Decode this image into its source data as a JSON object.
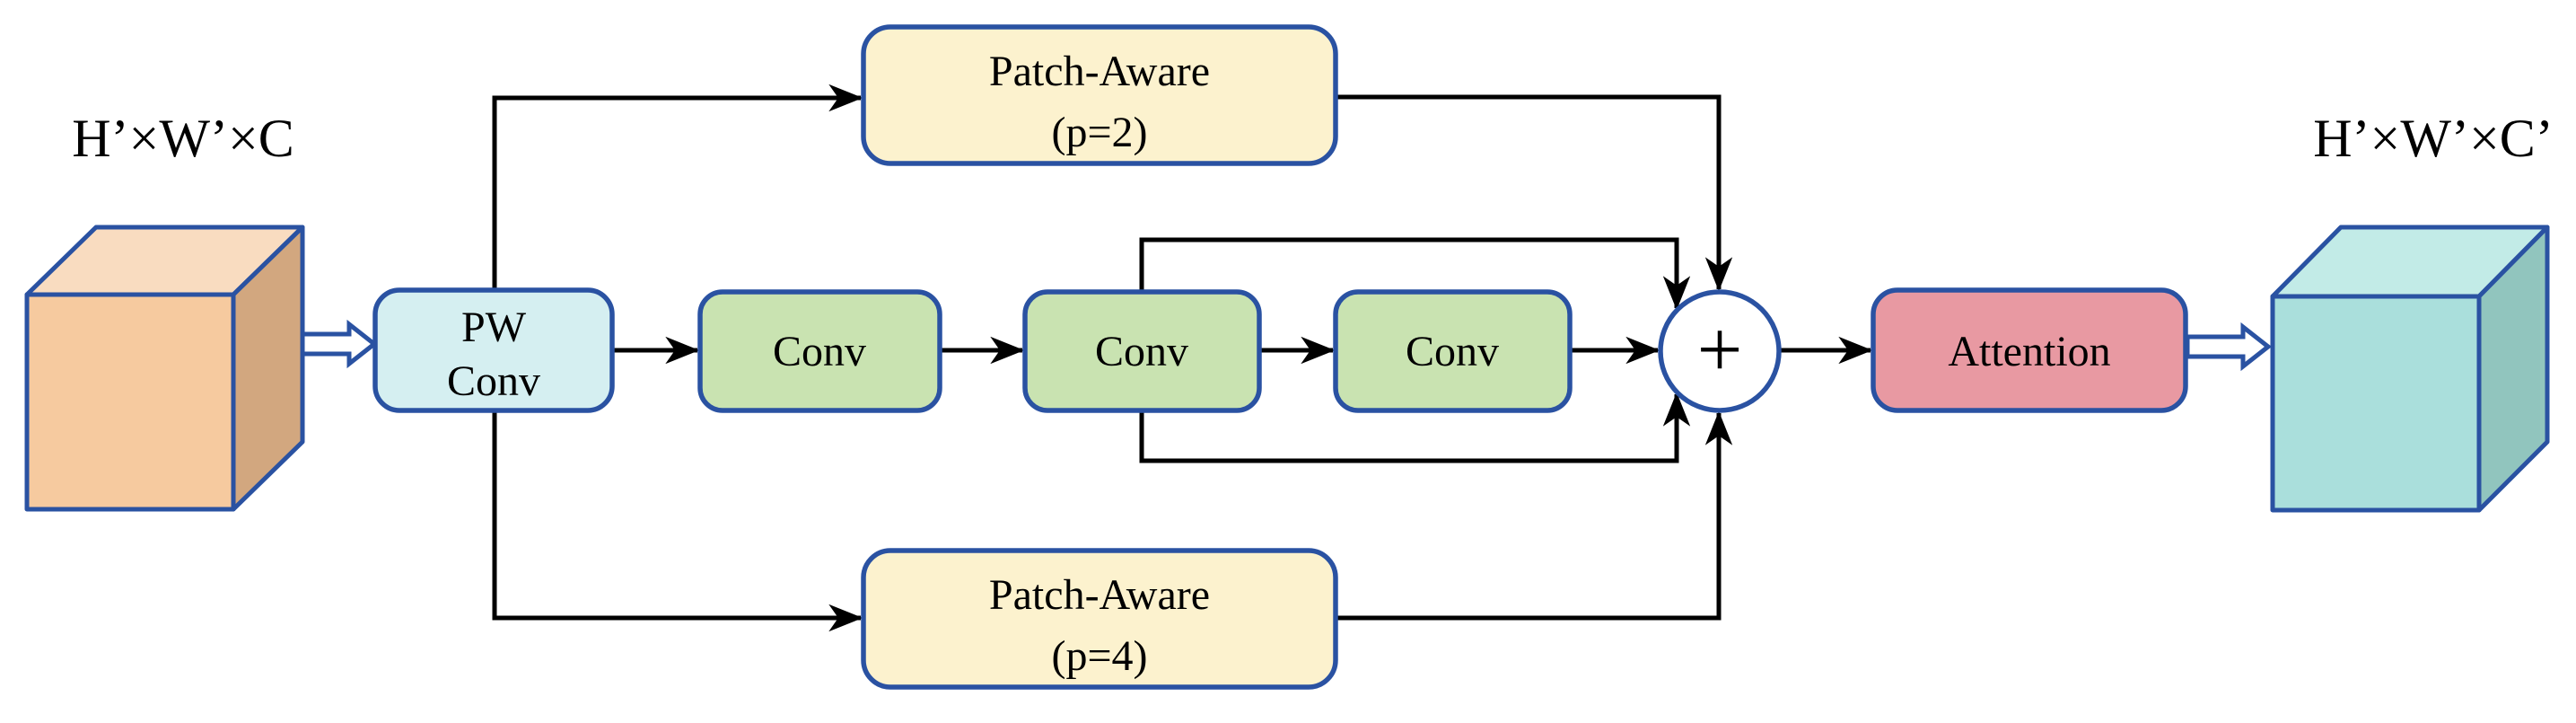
{
  "colors": {
    "border_blue": "#2a52a2",
    "line_black": "#000000",
    "pw_conv_fill": "#d5eff1",
    "conv_fill": "#c9e3b1",
    "patch_aware_fill": "#fcf2ce",
    "attention_fill": "#e899a2",
    "sum_fill": "#ffffff",
    "io_arrow_fill": "#ffffff",
    "input_cube_front": "#f6ca9f",
    "input_cube_top": "#f9dcc0",
    "input_cube_side": "#d2a77f",
    "output_cube_front": "#aadfdc",
    "output_cube_top": "#c2ebe7",
    "output_cube_side": "#91c5be"
  },
  "labels": {
    "input_tensor": "H’×W’×C",
    "output_tensor": "H’×W’×C’",
    "pw_conv_line1": "PW",
    "pw_conv_line2": "Conv",
    "patch_aware_p2_line1": "Patch-Aware",
    "patch_aware_p2_line2": "(p=2)",
    "patch_aware_p4_line1": "Patch-Aware",
    "patch_aware_p4_line2": "(p=4)",
    "conv1": "Conv",
    "conv2": "Conv",
    "conv3": "Conv",
    "sum": "+",
    "attention": "Attention"
  }
}
